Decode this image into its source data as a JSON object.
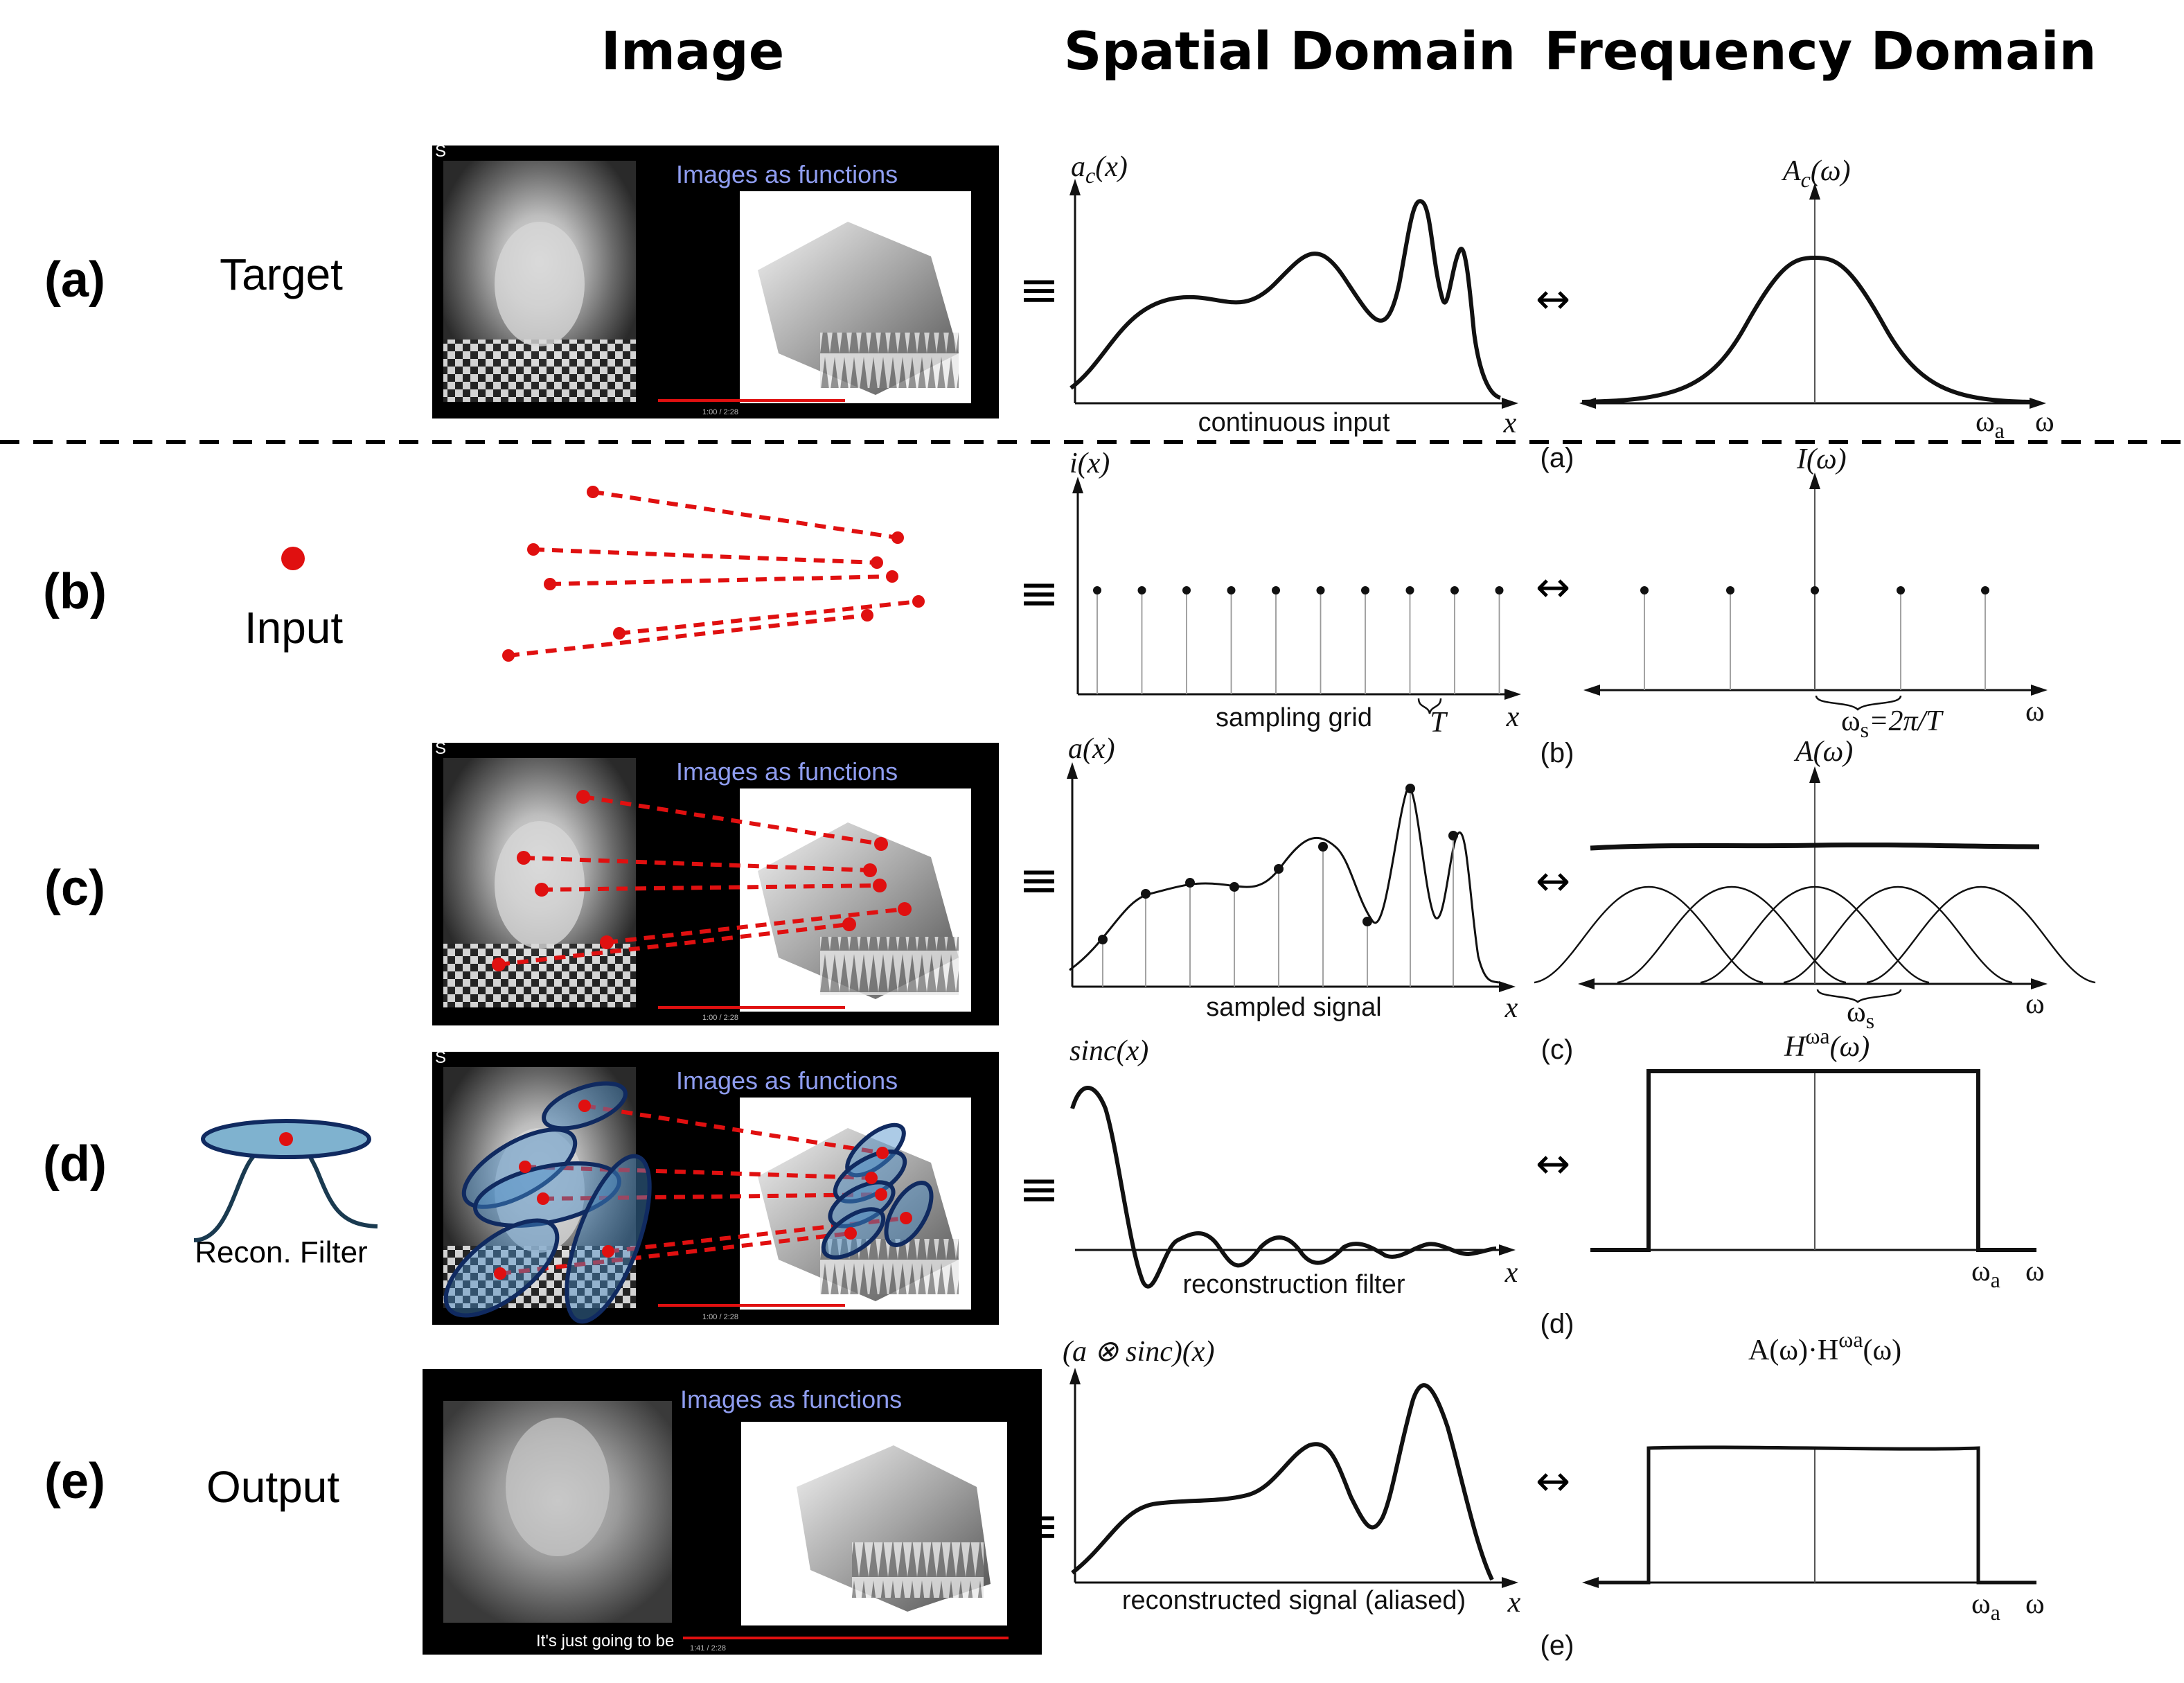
{
  "headers": {
    "image": "Image",
    "spatial": "Spatial Domain",
    "frequency": "Frequency Domain"
  },
  "rows": [
    {
      "label": "(a)",
      "name": "Target"
    },
    {
      "label": "(b)",
      "name": "Input"
    },
    {
      "label": "(c)",
      "name": ""
    },
    {
      "label": "(d)",
      "name": "Recon. Filter"
    },
    {
      "label": "(e)",
      "name": "Output"
    }
  ],
  "slide": {
    "title": "Images as functions",
    "caption": "It's just going to be",
    "time_a": "1:00 / 2:28",
    "time_e": "1:41 / 2:28",
    "corner": "S"
  },
  "symbols": {
    "equiv": "≡",
    "arrow": "↔"
  },
  "spatial": {
    "a": {
      "ylabel": "a",
      "ysub": "c",
      "yarg": "(x)",
      "caption": "continuous input",
      "xlabel": "x"
    },
    "b": {
      "ylabel": "i(x)",
      "caption": "sampling grid",
      "period": "T",
      "xlabel": "x"
    },
    "c": {
      "ylabel": "a(x)",
      "caption": "sampled signal",
      "xlabel": "x"
    },
    "d": {
      "ylabel": "sinc(x)",
      "caption": "reconstruction filter",
      "xlabel": "x"
    },
    "e": {
      "ylabel": "(a ⊗ sinc)(x)",
      "caption": "reconstructed signal (aliased)",
      "xlabel": "x"
    }
  },
  "frequency": {
    "a": {
      "ylabel": "A",
      "ysub": "c",
      "yarg": "(ω)",
      "cutoff": "ω",
      "cutoff_sub": "a",
      "xlabel": "ω"
    },
    "b": {
      "ylabel": "I(ω)",
      "period": "ω",
      "period_sub": "s",
      "period_eq": "=2π/T",
      "xlabel": "ω"
    },
    "c": {
      "ylabel": "A(ω)",
      "period": "ω",
      "period_sub": "s",
      "xlabel": "ω"
    },
    "d": {
      "ylabel": "H",
      "ysup": "ωa",
      "yarg": "(ω)",
      "cutoff": "ω",
      "cutoff_sub": "a",
      "xlabel": "ω"
    },
    "e": {
      "ylabel": "A(ω)·H",
      "ysup": "ωa",
      "yarg": "(ω)",
      "cutoff": "ω",
      "cutoff_sub": "a",
      "xlabel": "ω"
    }
  },
  "panel_refs": [
    "(a)",
    "(b)",
    "(c)",
    "(d)",
    "(e)"
  ],
  "colors": {
    "red": "#e01010",
    "ellipse_fill": "#468cc8",
    "ellipse_stroke": "#102a60",
    "slide_title": "#8f9df0"
  }
}
